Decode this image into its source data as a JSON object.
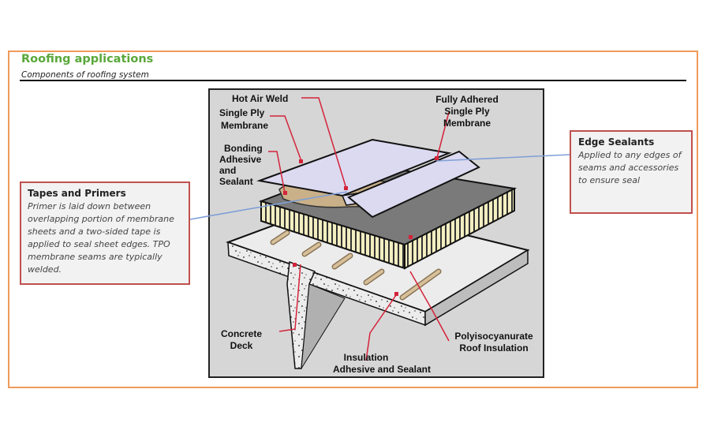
{
  "header": {
    "title": "Roofing applications",
    "subtitle": "Components of roofing system"
  },
  "colors": {
    "frame_border": "#ef9a5a",
    "title_green": "#5aa83a",
    "callout_border": "#c0504d",
    "connector_blue": "#7f9fd6",
    "leader_red": "#d4233a"
  },
  "callouts": {
    "tapes_primers": {
      "title": "Tapes and Primers",
      "body": "Primer is laid down between overlapping portion of membrane sheets and a two-sided tape is applied to seal sheet edges. TPO membrane seams are typically welded."
    },
    "edge_sealants": {
      "title": "Edge Sealants",
      "body": "Applied to any edges of seams and accessories to ensure seal"
    }
  },
  "diagram": {
    "labels": {
      "hot_air_weld": [
        "Hot Air Weld"
      ],
      "single_ply": [
        "Single Ply",
        "Membrane"
      ],
      "bonding": [
        "Bonding",
        "Adhesive",
        "and",
        "Sealant"
      ],
      "fully_adhered": [
        "Fully Adhered",
        "Single Ply",
        "Membrane"
      ],
      "concrete": [
        "Concrete",
        "Deck"
      ],
      "insulation_adhesive": [
        "Insulation",
        "Adhesive  and Sealant"
      ],
      "polyiso": [
        "Polyisocyanurate",
        "Roof Insulation"
      ]
    }
  }
}
